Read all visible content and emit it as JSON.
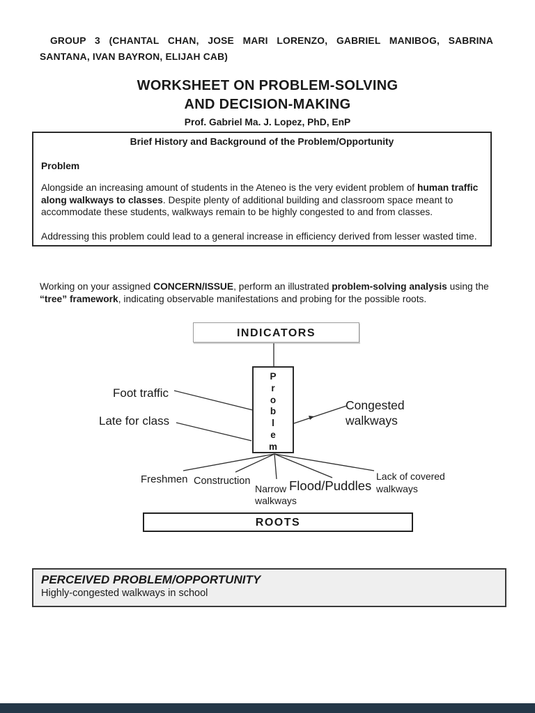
{
  "colors": {
    "page_background": "#ffffff",
    "text": "#1a1a1a",
    "perceived_box_fill": "#efefef",
    "footer_bar": "#243748"
  },
  "header": {
    "group_line_1": "GROUP 3 (CHANTAL CHAN, JOSE MARI LORENZO, GABRIEL MANIBOG, SABRINA",
    "group_line_2": "SANTANA, IVAN BAYRON, ELIJAH CAB)",
    "title_line_1": "WORKSHEET ON PROBLEM-SOLVING",
    "title_line_2": "AND DECISION-MAKING",
    "professor_line": "Prof. Gabriel Ma. J. Lopez, PhD, EnP"
  },
  "history_box": {
    "heading": "Brief History and Background of the Problem/Opportunity",
    "problem_label": "Problem",
    "para1_normal_1": "Alongside an increasing amount of students in the Ateneo is the very evident problem of ",
    "para1_bold_1": "human traffic along walkways to classes",
    "para1_normal_2": ". Despite plenty of additional building and classroom space meant to accommodate these students, walkways remain to be highly congested to and from classes.",
    "para2": "Addressing this problem could lead to a general increase in efficiency derived from lesser wasted time."
  },
  "instruction": {
    "normal_1": "Working on your assigned ",
    "bold_1": "CONCERN/ISSUE",
    "normal_2": ", perform an illustrated ",
    "bold_2": "problem-solving analysis",
    "normal_3": " using the ",
    "bold_3": "“tree” framework",
    "normal_4": ", indicating observable manifestations and probing for the possible roots."
  },
  "diagram": {
    "indicators_label": "INDICATORS",
    "problem_box_text": "P\nr\no\nb\nl\ne\nm",
    "left_labels": [
      "Foot traffic",
      "Late for class"
    ],
    "right_label": "Congested\nwalkways",
    "root_labels": [
      "Freshmen",
      "Construction",
      "Narrow\nwalkways",
      "Flood/Puddles",
      "Lack of covered\nwalkways"
    ],
    "roots_label": "ROOTS"
  },
  "perceived_box": {
    "heading": "PERCEIVED PROBLEM/OPPORTUNITY",
    "text": "Highly-congested walkways in school"
  }
}
